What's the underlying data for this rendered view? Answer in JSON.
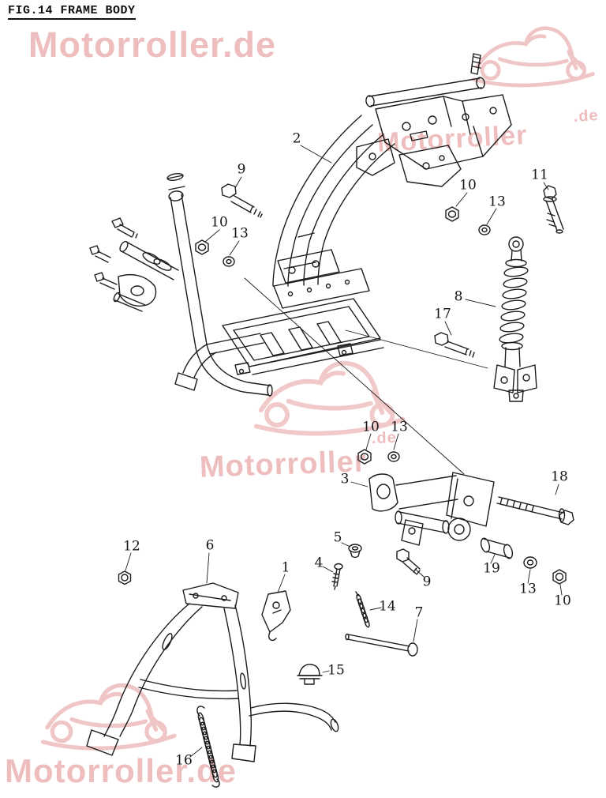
{
  "figure": {
    "title": "FIG.14 FRAME BODY"
  },
  "watermark": {
    "brand": "Motorroller.de",
    "name": "Motorroller",
    "tld": ".de",
    "color": "#eaadad"
  },
  "callouts": [
    "2",
    "9",
    "10",
    "13",
    "10",
    "13",
    "11",
    "8",
    "17",
    "10",
    "13",
    "3",
    "18",
    "5",
    "4",
    "9",
    "19",
    "13",
    "10",
    "12",
    "6",
    "1",
    "14",
    "7",
    "15",
    "16"
  ]
}
